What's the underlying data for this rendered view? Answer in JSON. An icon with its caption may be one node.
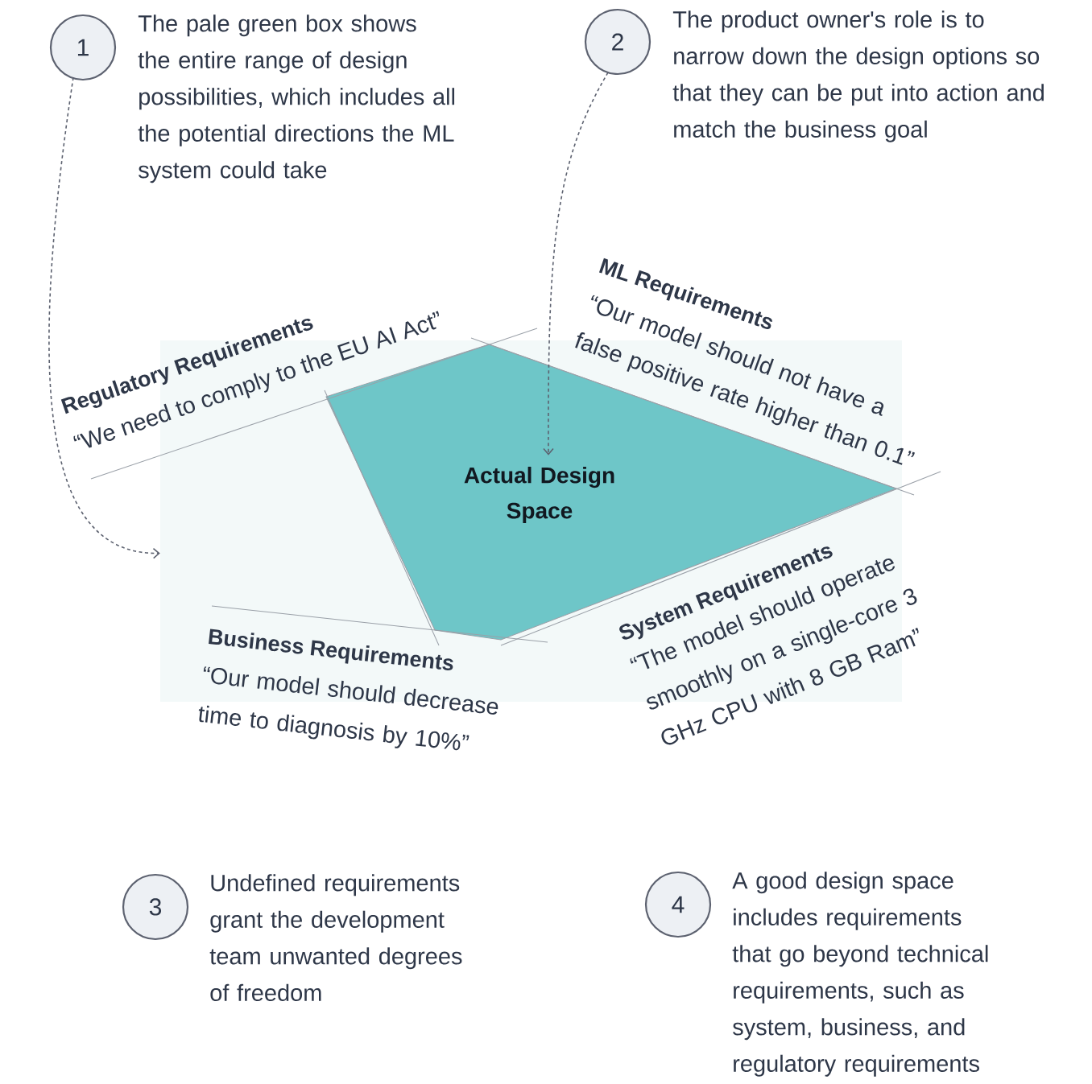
{
  "diagram": {
    "nodes": [
      {
        "text": [
          "1"
        ],
        "beside": [
          "The pale green box shows the entire range of design possibilities, which includes all the potential directions the ML system could take"
        ]
      },
      {
        "text": [
          "2"
        ],
        "beside": [
          "The product owner's role is to narrow down the design options so that they can be put into action and match the business goal"
        ]
      },
      {
        "text": [
          "3"
        ],
        "beside": [
          "Undefined requirements grant the development team unwanted degrees of freedom"
        ]
      },
      {
        "text": [
          "4"
        ],
        "beside": [
          "A good design space includes requirements that go beyond technical requirements, such as system, business, and regulatory requirements"
        ]
      },
      {
        "text": [],
        "shape": "box"
      },
      {
        "text": [
          "Actual Design Space"
        ],
        "in": 4
      }
    ],
    "edges": [
      {
        "from": 0,
        "to": 4,
        "arrow": "to",
        "style": "dashed"
      },
      {
        "from": 1,
        "to": 5,
        "arrow": "to",
        "style": "dashed"
      }
    ],
    "labels": [
      "Regulatory Requirements",
      "“We need to comply to the EU AI Act”",
      "ML Requirements",
      "“Our model should not have a false positive rate higher than 0.1”",
      "Business Requirements",
      "“Our model should decrease time to diagnosis by 10%”",
      "System Requirements",
      "“The model should operate smoothly on a single-core 3 GHz CPU with 8 GB Ram”"
    ]
  }
}
